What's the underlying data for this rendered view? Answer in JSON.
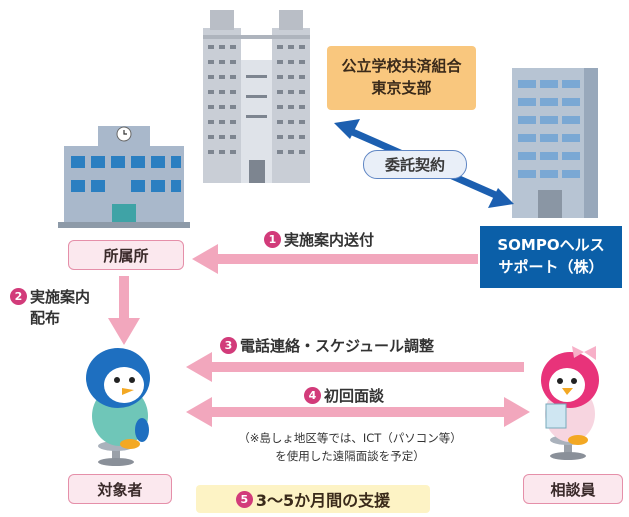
{
  "nodes": {
    "union": [
      "公立学校共済組合",
      "東京支部"
    ],
    "sompo": [
      "SOMPOヘルス",
      "サポート（株）"
    ],
    "school": "所属所",
    "target": "対象者",
    "counselor": "相談員"
  },
  "contract": "委託契約",
  "steps": {
    "s1": {
      "num": "1",
      "text": "実施案内送付"
    },
    "s2": {
      "num": "2",
      "line1": "実施案内",
      "line2": "配布"
    },
    "s3": {
      "num": "3",
      "text": "電話連絡・スケジュール調整"
    },
    "s4": {
      "num": "4",
      "text": "初回面談"
    },
    "s5": {
      "num": "5",
      "text": "3〜5か月間の支援"
    }
  },
  "note": [
    "（※島しょ地区等では、ICT（パソコン等）",
    "を使用した遠隔面談を予定）"
  ],
  "colors": {
    "pink_arrow": "#f2a7bd",
    "blue_arrow": "#1c5fb0",
    "step_badge": "#d23b7a",
    "sompo_box": "#0b5fa8",
    "union_box": "#f9c77e"
  }
}
